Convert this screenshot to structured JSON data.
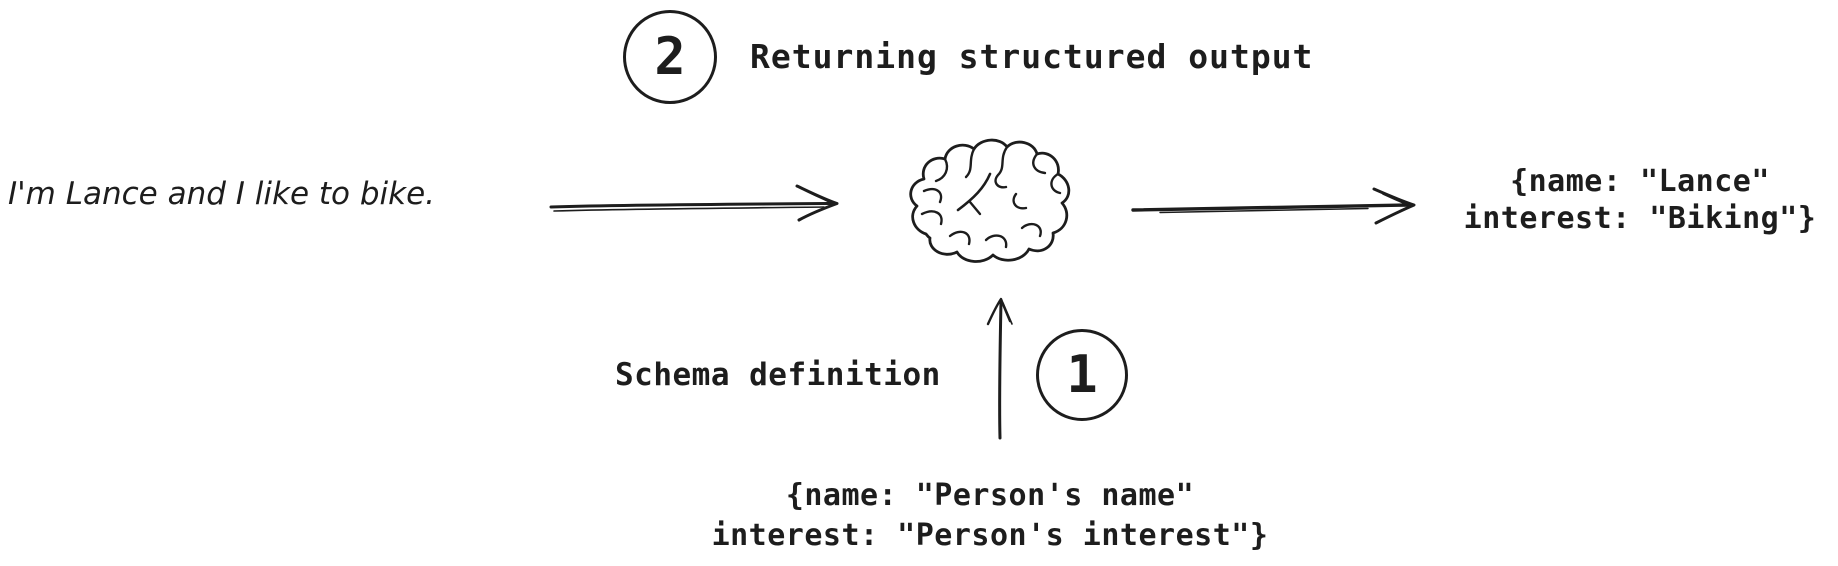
{
  "diagram": {
    "title": "Returning structured output",
    "steps": {
      "step1_number": "1",
      "step2_number": "2"
    },
    "input_text": "I'm Lance and I like to bike.",
    "schema_label": "Schema definition",
    "schema_code": {
      "line1": "{name: \"Person's name\"",
      "line2": "interest: \"Person's interest\"}"
    },
    "output_code": {
      "line1": "{name: \"Lance\"",
      "line2": "interest: \"Biking\"}"
    },
    "icons": {
      "brain": "brain-icon",
      "arrow_right_input": "arrow-right-icon",
      "arrow_right_output": "arrow-right-icon",
      "arrow_up_schema": "arrow-up-icon"
    },
    "colors": {
      "ink": "#1d1d1d",
      "background": "#ffffff"
    }
  }
}
